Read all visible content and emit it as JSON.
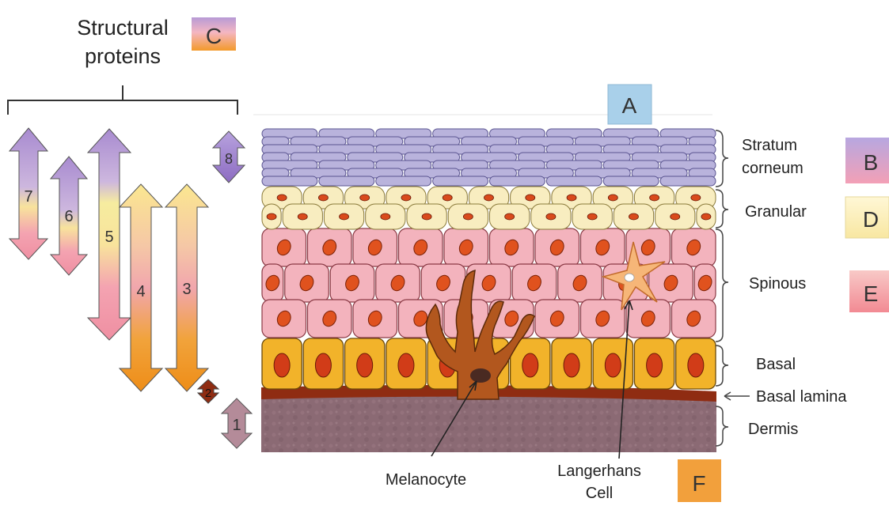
{
  "header": {
    "title_line1": "Structural",
    "title_line2": "proteins"
  },
  "boxes": {
    "A": "A",
    "B": "B",
    "C": "C",
    "D": "D",
    "E": "E",
    "F": "F"
  },
  "arrows": [
    "7",
    "6",
    "5",
    "4",
    "3",
    "8",
    "2",
    "1"
  ],
  "layers": {
    "stratum_corneum_line1": "Stratum",
    "stratum_corneum_line2": "corneum",
    "granular": "Granular",
    "spinous": "Spinous",
    "basal": "Basal",
    "basal_lamina": "Basal lamina",
    "dermis": "Dermis"
  },
  "cells": {
    "melanocyte": "Melanocyte",
    "langerhans_line1": "Langerhans",
    "langerhans_line2": "Cell"
  },
  "colors": {
    "corneum": "#b9b3dc",
    "granular": "#f8edc0",
    "spinous": "#f3b3bd",
    "basal": "#f2b32a",
    "lamina": "#8f2c12",
    "dermis": "#8d6a73",
    "melanocyte": "#b2571e",
    "langerhans": "#f6b678",
    "box_A": "#a9d0ea",
    "box_F": "#f2a03c"
  }
}
